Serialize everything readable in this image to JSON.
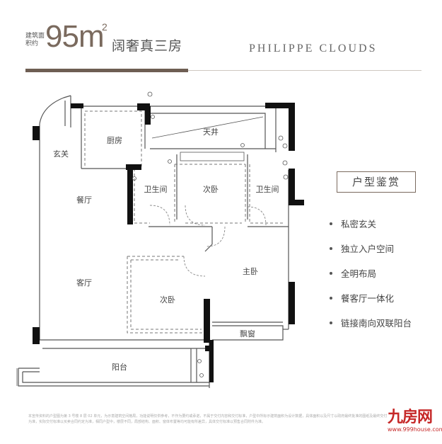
{
  "header": {
    "area_label": "建筑面积约",
    "area_value": "95m",
    "area_sup": "2",
    "title": "阔奢真三房",
    "brand": "PHILIPPE CLOUDS"
  },
  "rooms": {
    "foyer": "玄关",
    "kitchen": "厨房",
    "light_well": "天井",
    "bath_left": "卫生间",
    "bedroom_top": "次卧",
    "bath_right": "卫生间",
    "dining": "餐厅",
    "master": "主卧",
    "living": "客厅",
    "bedroom_mid": "次卧",
    "bay_window": "飘窗",
    "balcony": "阳台"
  },
  "section": {
    "title": "户型鉴赏"
  },
  "features": [
    "私密玄关",
    "独立入户空间",
    "全明布局",
    "餐客厅一体化",
    "链接南向双联阳台"
  ],
  "disclaimer": "本宣传资料的户型图为第 3 号楼 8 层 02 单元，为示意建筑空间格局，功能说明仅供参考，不作为要约或承诺，不属于交付内容和交付标准，户型中所标示建筑面积为设计数据，具体面积以及尺寸以政府最终批准的图纸及最终交付为准，实际交付标准以买卖合同约定为准，相同户型中，楼层不同，局部结构、面积、窗体布置等均可能有所差异，具体交付标准以预售合同附件为准。",
  "watermark": {
    "logo": "九房网",
    "url": "www.999house.com"
  },
  "colors": {
    "accent": "#6e5e53",
    "wall": "#111111",
    "watermark": "#c62828"
  }
}
